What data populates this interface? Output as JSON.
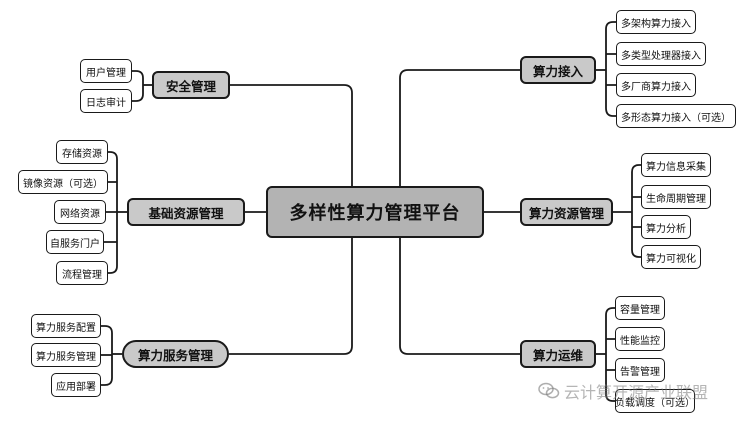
{
  "center": {
    "title": "多样性算力管理平台"
  },
  "branches": {
    "security": {
      "label": "安全管理",
      "children": [
        "用户管理",
        "日志审计"
      ]
    },
    "infra": {
      "label": "基础资源管理",
      "children": [
        "存储资源",
        "镜像资源（可选）",
        "网络资源",
        "自服务门户",
        "流程管理"
      ]
    },
    "service": {
      "label": "算力服务管理",
      "children": [
        "算力服务配置",
        "算力服务管理",
        "应用部署"
      ]
    },
    "access": {
      "label": "算力接入",
      "children": [
        "多架构算力接入",
        "多类型处理器接入",
        "多厂商算力接入",
        "多形态算力接入（可选）"
      ]
    },
    "resource": {
      "label": "算力资源管理",
      "children": [
        "算力信息采集",
        "生命周期管理",
        "算力分析",
        "算力可视化"
      ]
    },
    "ops": {
      "label": "算力运维",
      "children": [
        "容量管理",
        "性能监控",
        "告警管理",
        "负载调度（可选）"
      ]
    }
  },
  "watermark": {
    "text": "云计算开源产业联盟",
    "icon": "wechat-icon"
  }
}
